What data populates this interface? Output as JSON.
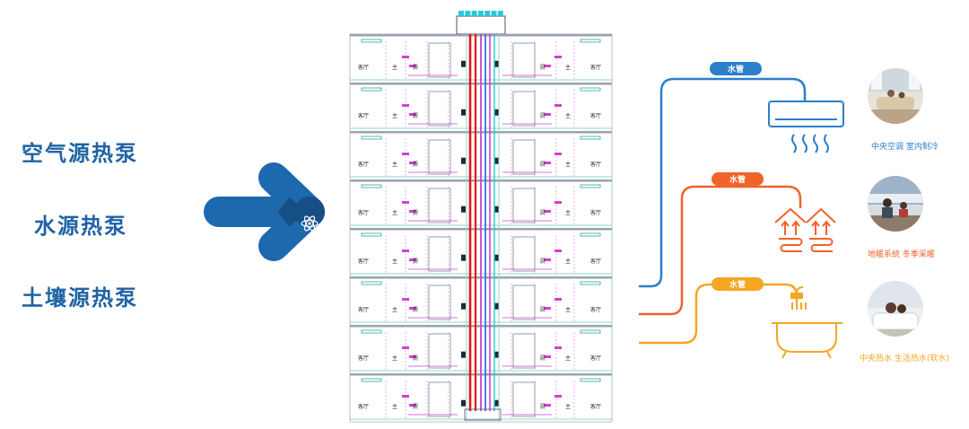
{
  "sources": [
    {
      "label": "空气源热泵"
    },
    {
      "label": "水源热泵"
    },
    {
      "label": "土壤源热泵"
    }
  ],
  "pipe_label": "水管",
  "building": {
    "room_living": "客厅",
    "room_master": "主",
    "room_kitchen": "厨"
  },
  "outputs": [
    {
      "caption": "中央空调 室内制冷"
    },
    {
      "caption": "地暖系统 冬季采暖"
    },
    {
      "caption": "中央热水 生活热水(软水)"
    }
  ],
  "colors": {
    "source_text": "#1f63a4",
    "arrow_main": "#1e68ad",
    "arrow_dark": "#164f86",
    "pipe_blue": "#2b7fca",
    "pipe_orange": "#f0632a",
    "pipe_yellow": "#f5a623",
    "riser_red": "#e8131b",
    "riser_magenta": "#d43fd0",
    "riser_blue": "#3a6fe0",
    "riser_cyan": "#27c9d6",
    "wall_cyan": "#8fd9cf"
  },
  "icons": {
    "arrow": "heat-pump-arrow-icon",
    "atom": "atom-icon",
    "ac": "air-conditioner-icon",
    "floor": "floor-heating-icon",
    "bath": "bathtub-icon"
  }
}
